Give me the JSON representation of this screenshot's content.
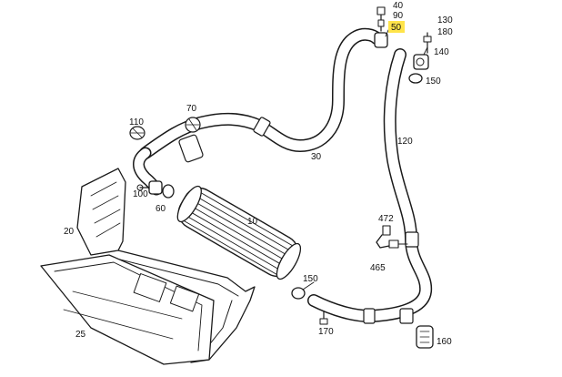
{
  "diagram": {
    "callouts": [
      {
        "id": "c40",
        "text": "40"
      },
      {
        "id": "c90",
        "text": "90"
      },
      {
        "id": "c50",
        "text": "50",
        "highlight": true
      },
      {
        "id": "c130",
        "text": "130"
      },
      {
        "id": "c180",
        "text": "180"
      },
      {
        "id": "c140",
        "text": "140"
      },
      {
        "id": "c150a",
        "text": "150"
      },
      {
        "id": "c70",
        "text": "70"
      },
      {
        "id": "c110",
        "text": "110"
      },
      {
        "id": "c120",
        "text": "120"
      },
      {
        "id": "c30",
        "text": "30"
      },
      {
        "id": "c100",
        "text": "100"
      },
      {
        "id": "c60",
        "text": "60"
      },
      {
        "id": "c10",
        "text": "10"
      },
      {
        "id": "c20",
        "text": "20"
      },
      {
        "id": "c472",
        "text": "472"
      },
      {
        "id": "c465",
        "text": "465"
      },
      {
        "id": "c150b",
        "text": "150"
      },
      {
        "id": "c170",
        "text": "170"
      },
      {
        "id": "c25",
        "text": "25"
      },
      {
        "id": "c160",
        "text": "160"
      }
    ],
    "colors": {
      "line": "#1a1a1a",
      "fill": "#ffffff",
      "highlight": "#ffe44a"
    }
  }
}
